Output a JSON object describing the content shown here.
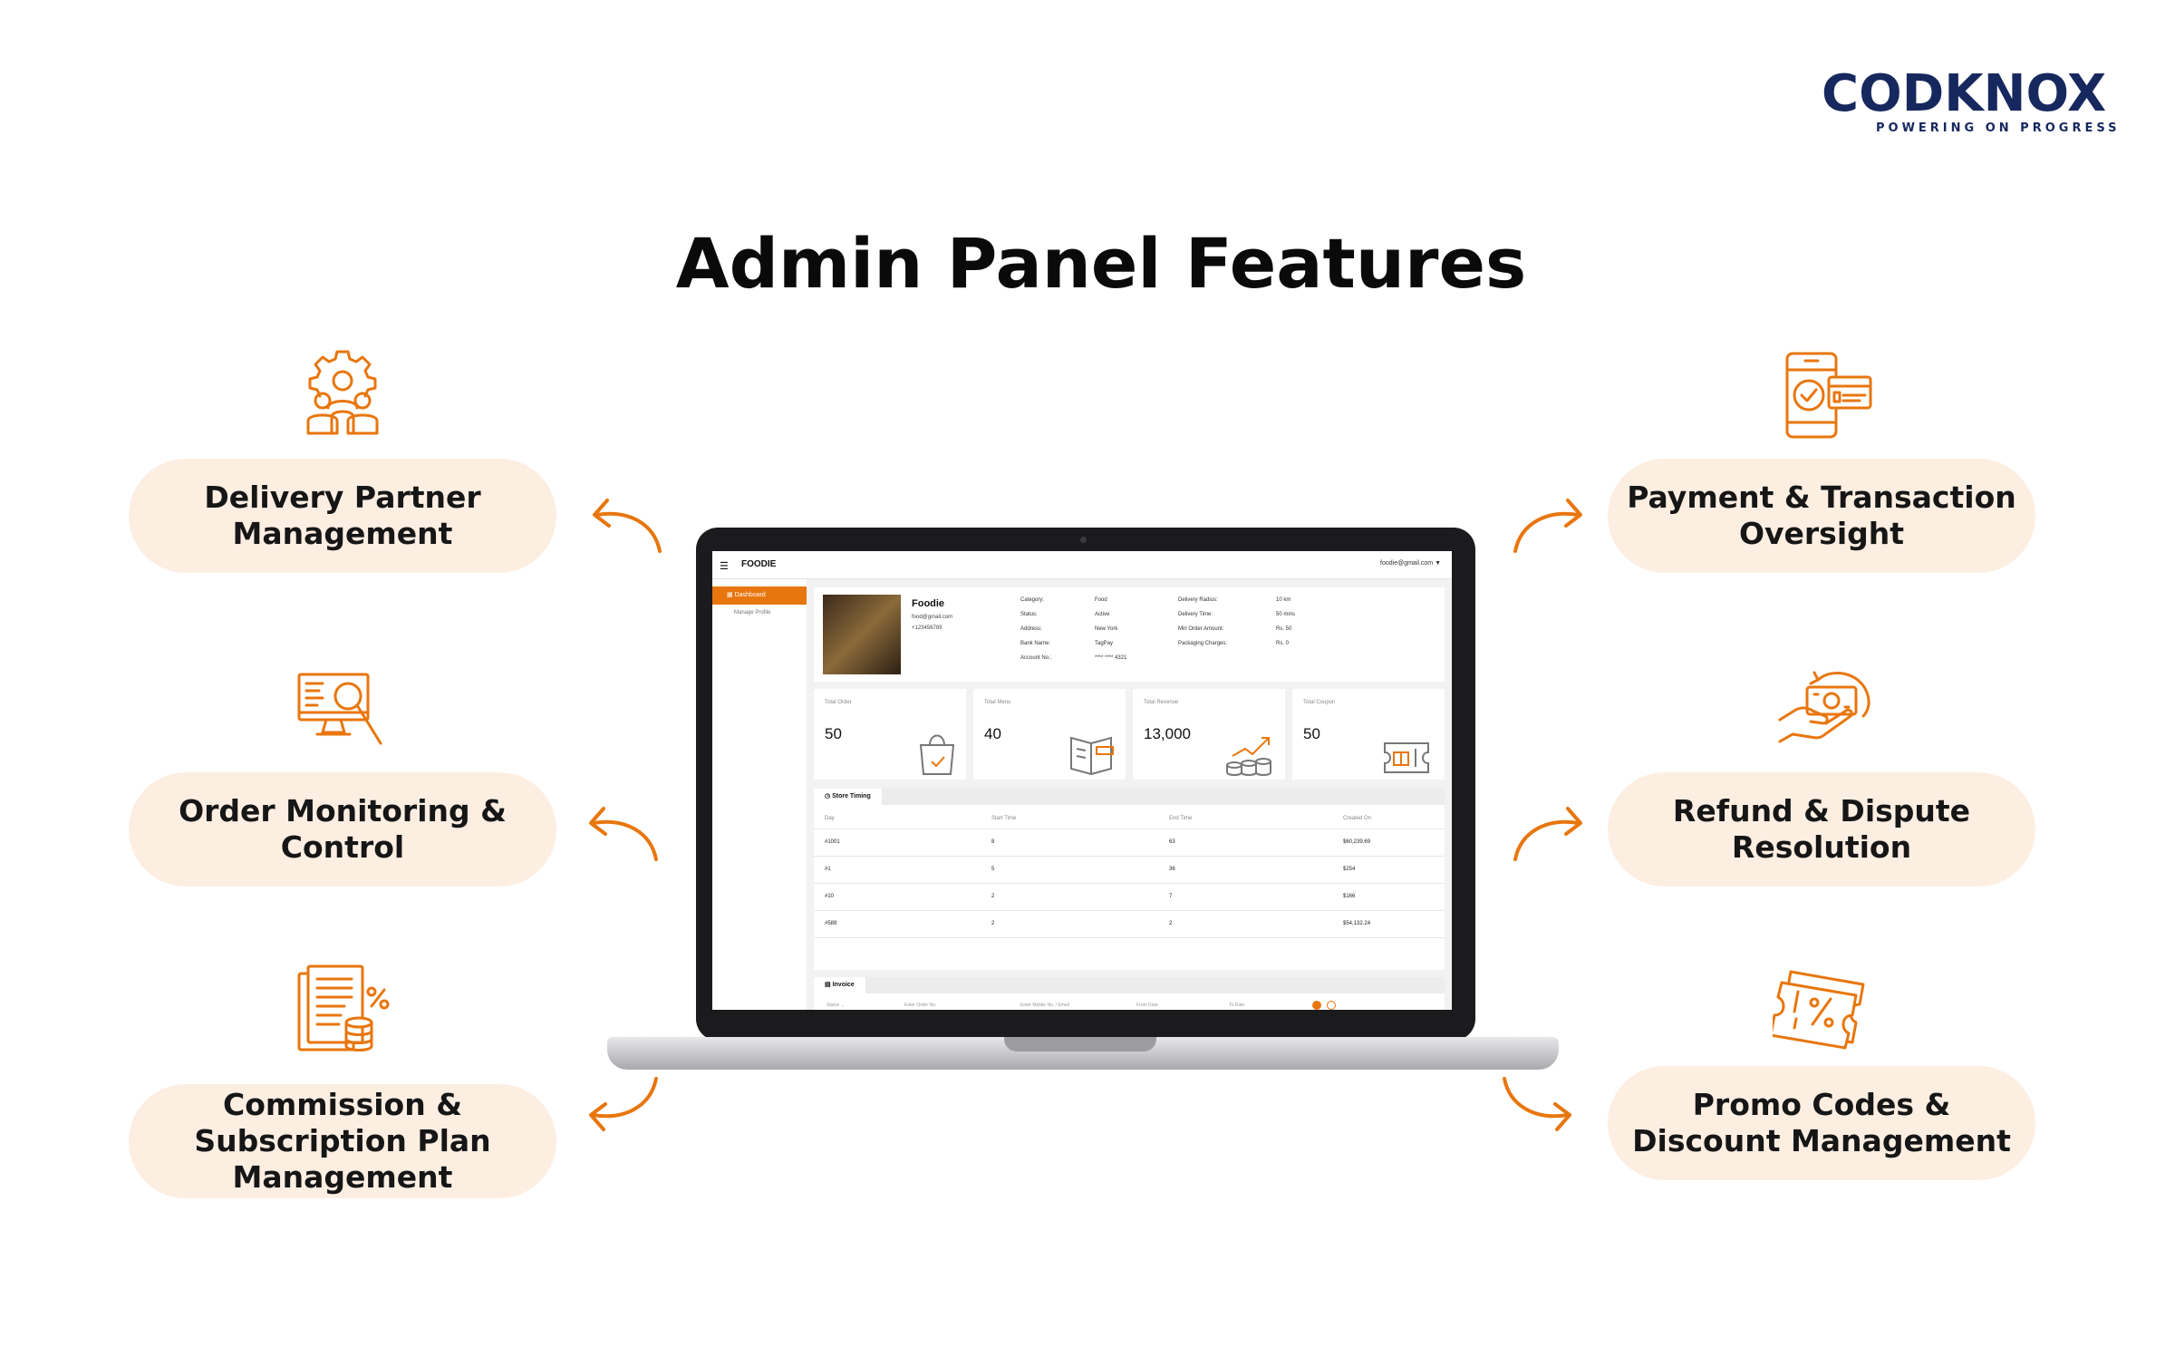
{
  "brand": {
    "logo_text": "CODKNOX",
    "tagline": "POWERING ON PROGRESS",
    "color": "#16285e"
  },
  "title": "Admin Panel Features",
  "accent_color": "#e8760e",
  "pill_color": "#fdeee2",
  "features_left": [
    {
      "label": "Delivery Partner\nManagement",
      "icon": "delivery-partner-gear-icon"
    },
    {
      "label": "Order Monitoring &\nControl",
      "icon": "order-monitor-magnifier-icon"
    },
    {
      "label": "Commission &\nSubscription Plan\nManagement",
      "icon": "commission-document-icon"
    }
  ],
  "features_right": [
    {
      "label": "Payment & Transaction\nOversight",
      "icon": "payment-phone-card-icon"
    },
    {
      "label": "Refund & Dispute\nResolution",
      "icon": "refund-hand-money-icon"
    },
    {
      "label": "Promo Codes &\nDiscount Management",
      "icon": "promo-coupon-icon"
    }
  ],
  "app": {
    "brand": "FOODIE",
    "user_email": "foodie@gmail.com",
    "nav": [
      "Dashboard",
      "Manage Profile"
    ],
    "profile": {
      "name": "Foodie",
      "email": "food@gmail.com",
      "phone": "+123456789",
      "col1_labels": [
        "Category:",
        "Status:",
        "Address:",
        "Bank Name:",
        "Account No.:"
      ],
      "col1_values": [
        "Food",
        "Active",
        "New York",
        "TagPay",
        "**** **** 4321"
      ],
      "col2_labels": [
        "Delivery Radius:",
        "Delivery Time:",
        "Min Order Amount:",
        "Packaging Charges:"
      ],
      "col2_values": [
        "10 km",
        "50 mins",
        "Rs. 50",
        "Rs. 0"
      ]
    },
    "stats": [
      {
        "label": "Total Order",
        "value": "50"
      },
      {
        "label": "Total Menu",
        "value": "40"
      },
      {
        "label": "Total Revenue",
        "value": "13,000"
      },
      {
        "label": "Total Coupon",
        "value": "50"
      }
    ],
    "store_timing": {
      "tab": "Store Timing",
      "headers": [
        "Day",
        "Start Time",
        "End Time",
        "Created On"
      ],
      "rows": [
        [
          "#1001",
          "8",
          "63",
          "$60,239.69"
        ],
        [
          "#1",
          "5",
          "36",
          "$254"
        ],
        [
          "#10",
          "2",
          "7",
          "$166"
        ],
        [
          "#589",
          "2",
          "2",
          "$54,132.24"
        ]
      ]
    },
    "invoice": {
      "tab": "Invoice",
      "filters": [
        "Status",
        "Enter Order No.",
        "Enter Mobile No. / Email",
        "From Date",
        "To Date"
      ]
    }
  }
}
